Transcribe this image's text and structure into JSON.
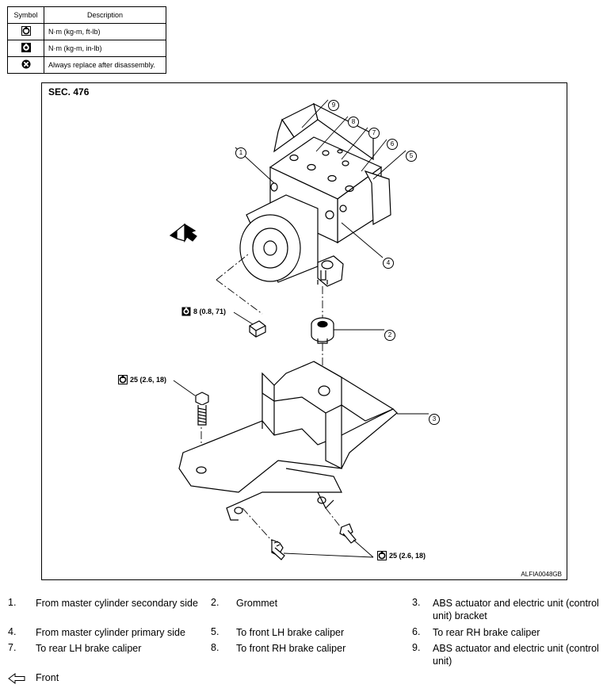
{
  "legend": {
    "header_symbol": "Symbol",
    "header_description": "Description",
    "rows": [
      {
        "icon": "torque-wrench-icon",
        "text": "N·m (kg-m, ft-lb)"
      },
      {
        "icon": "torque-wrench-small-icon",
        "text": "N·m (kg-m, in-lb)"
      },
      {
        "icon": "always-replace-icon",
        "text": "Always replace after disassembly."
      }
    ]
  },
  "figure": {
    "section": "SEC. 476",
    "code": "ALFIA0048GB",
    "callouts": [
      "1",
      "2",
      "3",
      "4",
      "5",
      "6",
      "7",
      "8",
      "9"
    ],
    "torques": {
      "t1": "8 (0.8, 71)",
      "t2": "25 (2.6, 18)",
      "t3": "25 (2.6, 18)"
    }
  },
  "parts": [
    {
      "num": "1.",
      "text": "From master cylinder secondary side"
    },
    {
      "num": "2.",
      "text": "Grommet"
    },
    {
      "num": "3.",
      "text": "ABS actuator and electric unit (control unit) bracket"
    },
    {
      "num": "4.",
      "text": "From master cylinder primary side"
    },
    {
      "num": "5.",
      "text": "To front LH brake caliper"
    },
    {
      "num": "6.",
      "text": "To rear RH brake caliper"
    },
    {
      "num": "7.",
      "text": "To rear LH brake caliper"
    },
    {
      "num": "8.",
      "text": "To front RH brake caliper"
    },
    {
      "num": "9.",
      "text": "ABS actuator and electric unit (control unit)"
    }
  ],
  "front_label": "Front"
}
